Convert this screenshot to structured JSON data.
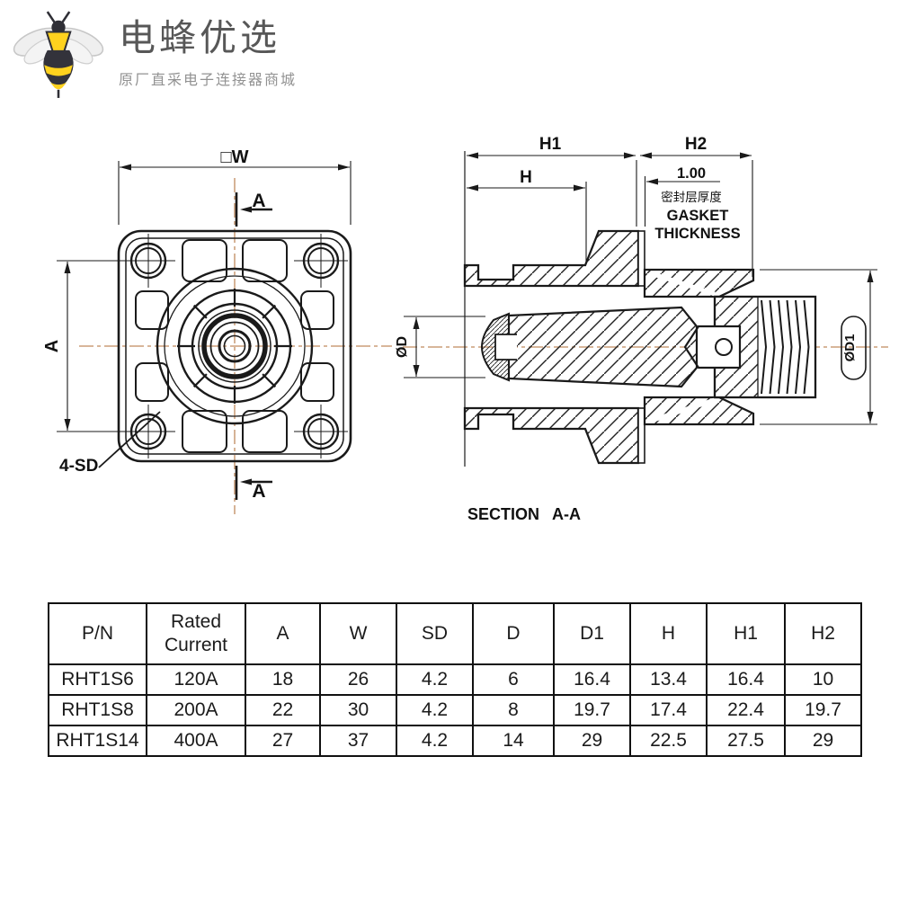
{
  "logo": {
    "title": "电蜂优选",
    "subtitle": "原厂直采电子连接器商城"
  },
  "front_view": {
    "dim_width_label": "□W",
    "dim_height_label": "A",
    "section_arrow_label": "A",
    "holes_label": "4-SD"
  },
  "side_view": {
    "dim_h1": "H1",
    "dim_h2": "H2",
    "dim_h": "H",
    "gasket_value": "1.00",
    "gasket_label_cn": "密封层厚度",
    "gasket_label_en_line1": "GASKET",
    "gasket_label_en_line2": "THICKNESS",
    "dim_d": "ØD",
    "dim_d1": "ØD1"
  },
  "section_caption": {
    "word": "SECTION",
    "ref": "A-A"
  },
  "table": {
    "headers": {
      "pn": "P/N",
      "rated": "Rated Current",
      "cols": [
        "A",
        "W",
        "SD",
        "D",
        "D1",
        "H",
        "H1",
        "H2"
      ]
    },
    "rows": [
      {
        "pn": "RHT1S6",
        "rated": "120A",
        "values": [
          "18",
          "26",
          "4.2",
          "6",
          "16.4",
          "13.4",
          "16.4",
          "10"
        ]
      },
      {
        "pn": "RHT1S8",
        "rated": "200A",
        "values": [
          "22",
          "30",
          "4.2",
          "8",
          "19.7",
          "17.4",
          "22.4",
          "19.7"
        ]
      },
      {
        "pn": "RHT1S14",
        "rated": "400A",
        "values": [
          "27",
          "37",
          "4.2",
          "14",
          "29",
          "22.5",
          "27.5",
          "29"
        ]
      }
    ]
  },
  "colors": {
    "line": "#1a1a1a",
    "centerline": "#c08a5e",
    "logo_yellow": "#ffd21e",
    "logo_dark": "#33333b",
    "logo_text": "#575757",
    "logo_subtext": "#929292"
  }
}
